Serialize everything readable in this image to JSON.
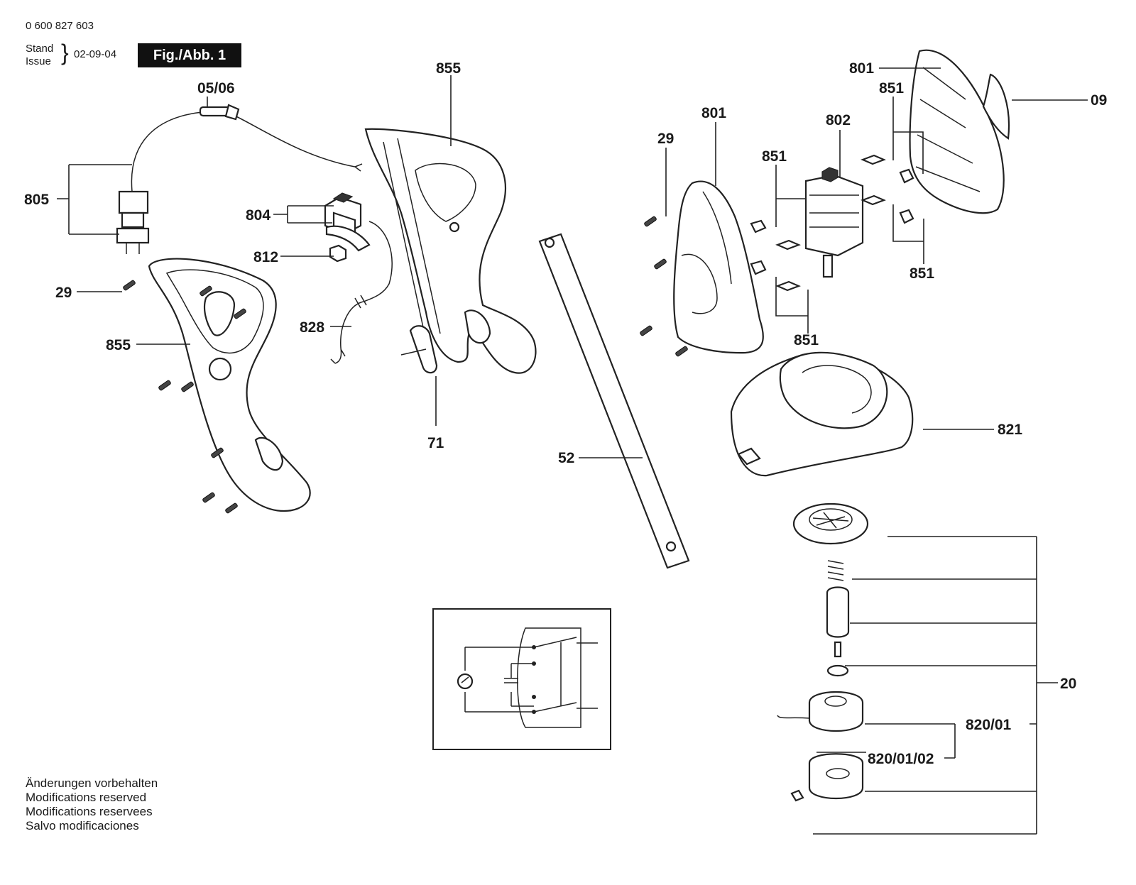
{
  "header": {
    "part_number": "0 600 827 603",
    "stand_label": "Stand",
    "issue_label": "Issue",
    "date": "02-09-04",
    "figure_label": "Fig./Abb. 1"
  },
  "callouts": {
    "c_05_06": "05/06",
    "c_855_top": "855",
    "c_801_a": "801",
    "c_09": "09",
    "c_801_b": "801",
    "c_851_a": "851",
    "c_851_b": "851",
    "c_851_c": "851",
    "c_851_d": "851",
    "c_802": "802",
    "c_29_a": "29",
    "c_29_b": "29",
    "c_805": "805",
    "c_804": "804",
    "c_812": "812",
    "c_828": "828",
    "c_855_left": "855",
    "c_71": "71",
    "c_52": "52",
    "c_821": "821",
    "c_20": "20",
    "c_820_01": "820/01",
    "c_820_01_02": "820/01/02"
  },
  "footer": {
    "line1": "Änderungen vorbehalten",
    "line2": "Modifications reserved",
    "line3": "Modifications reservees",
    "line4": "Salvo modificaciones"
  }
}
